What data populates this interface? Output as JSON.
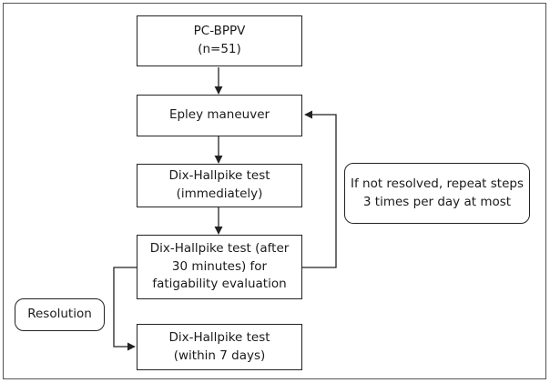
{
  "diagram": {
    "start": {
      "lines": [
        "PC-BPPV",
        "(n=51)"
      ]
    },
    "epley": {
      "lines": [
        "Epley maneuver"
      ]
    },
    "dix_immediate": {
      "lines": [
        "Dix-Hallpike test",
        "(immediately)"
      ]
    },
    "dix_30min": {
      "lines": [
        "Dix-Hallpike test (after",
        "30 minutes) for",
        "fatigability evaluation"
      ]
    },
    "dix_7days": {
      "lines": [
        "Dix-Hallpike test",
        "(within 7 days)"
      ]
    },
    "repeat_note": {
      "lines": [
        "If not resolved, repeat steps",
        "3 times per day at most"
      ]
    },
    "resolution_note": {
      "lines": [
        "Resolution"
      ]
    }
  }
}
